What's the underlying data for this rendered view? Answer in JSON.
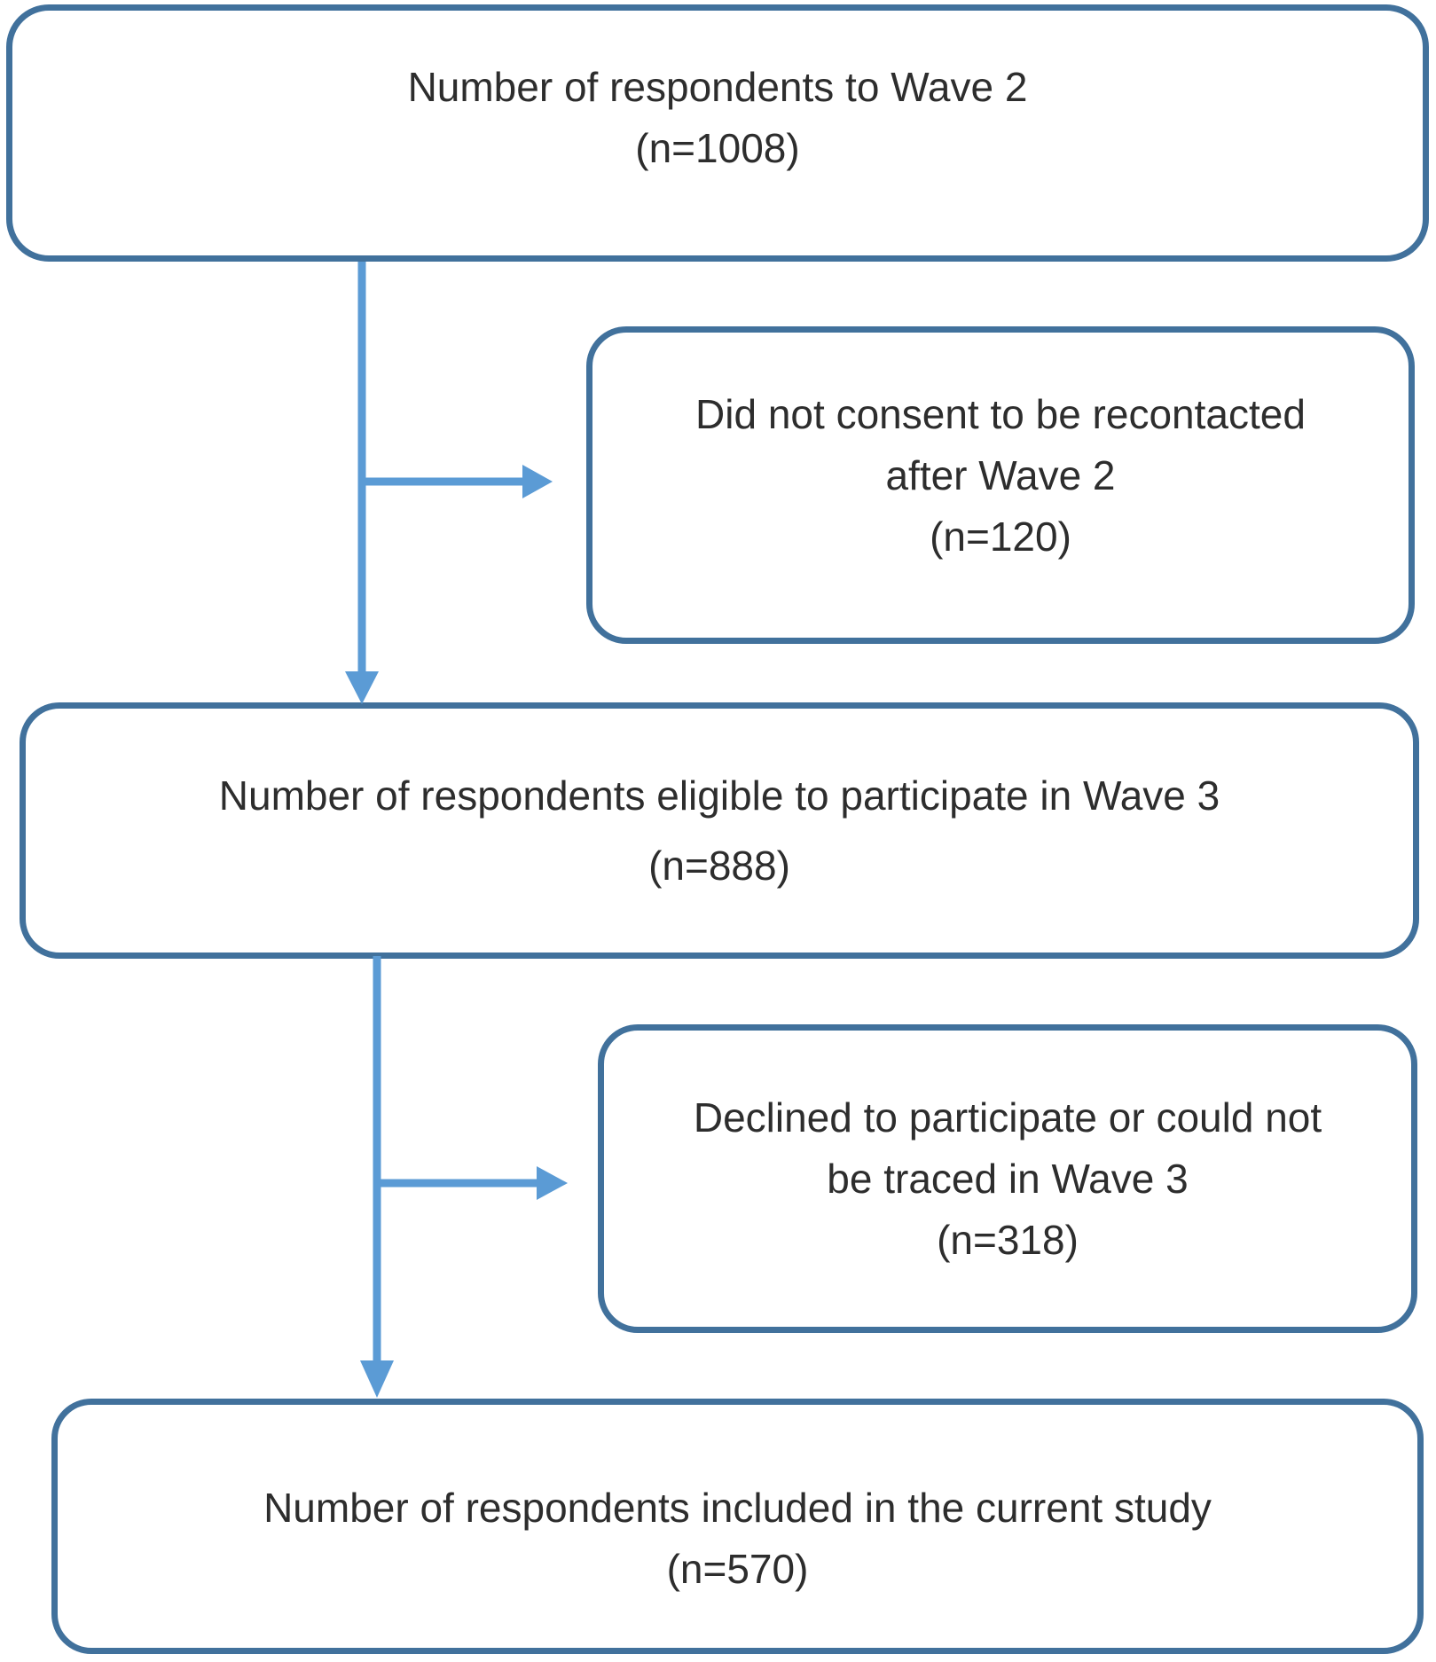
{
  "figure": {
    "type": "study-participant-flow-diagram"
  },
  "colors": {
    "box_border": "#41719c",
    "arrow": "#5b9bd5",
    "text": "#2d2d2d",
    "background": "#ffffff"
  },
  "boxes": {
    "wave2": {
      "n": 1008,
      "lines": [
        "Number of respondents to Wave 2",
        "(n=1008)"
      ]
    },
    "no_consent": {
      "n": 120,
      "lines": [
        "Did not consent to be recontacted",
        "after Wave 2",
        "(n=120)"
      ]
    },
    "eligible": {
      "n": 888,
      "lines": [
        "Number of respondents eligible to participate in Wave 3",
        "(n=888)"
      ]
    },
    "declined": {
      "n": 318,
      "lines": [
        "Declined to participate or could not",
        "be traced in Wave 3",
        "(n=318)"
      ]
    },
    "included": {
      "n": 570,
      "lines": [
        "Number of respondents included in the current study",
        "(n=570)"
      ]
    }
  }
}
